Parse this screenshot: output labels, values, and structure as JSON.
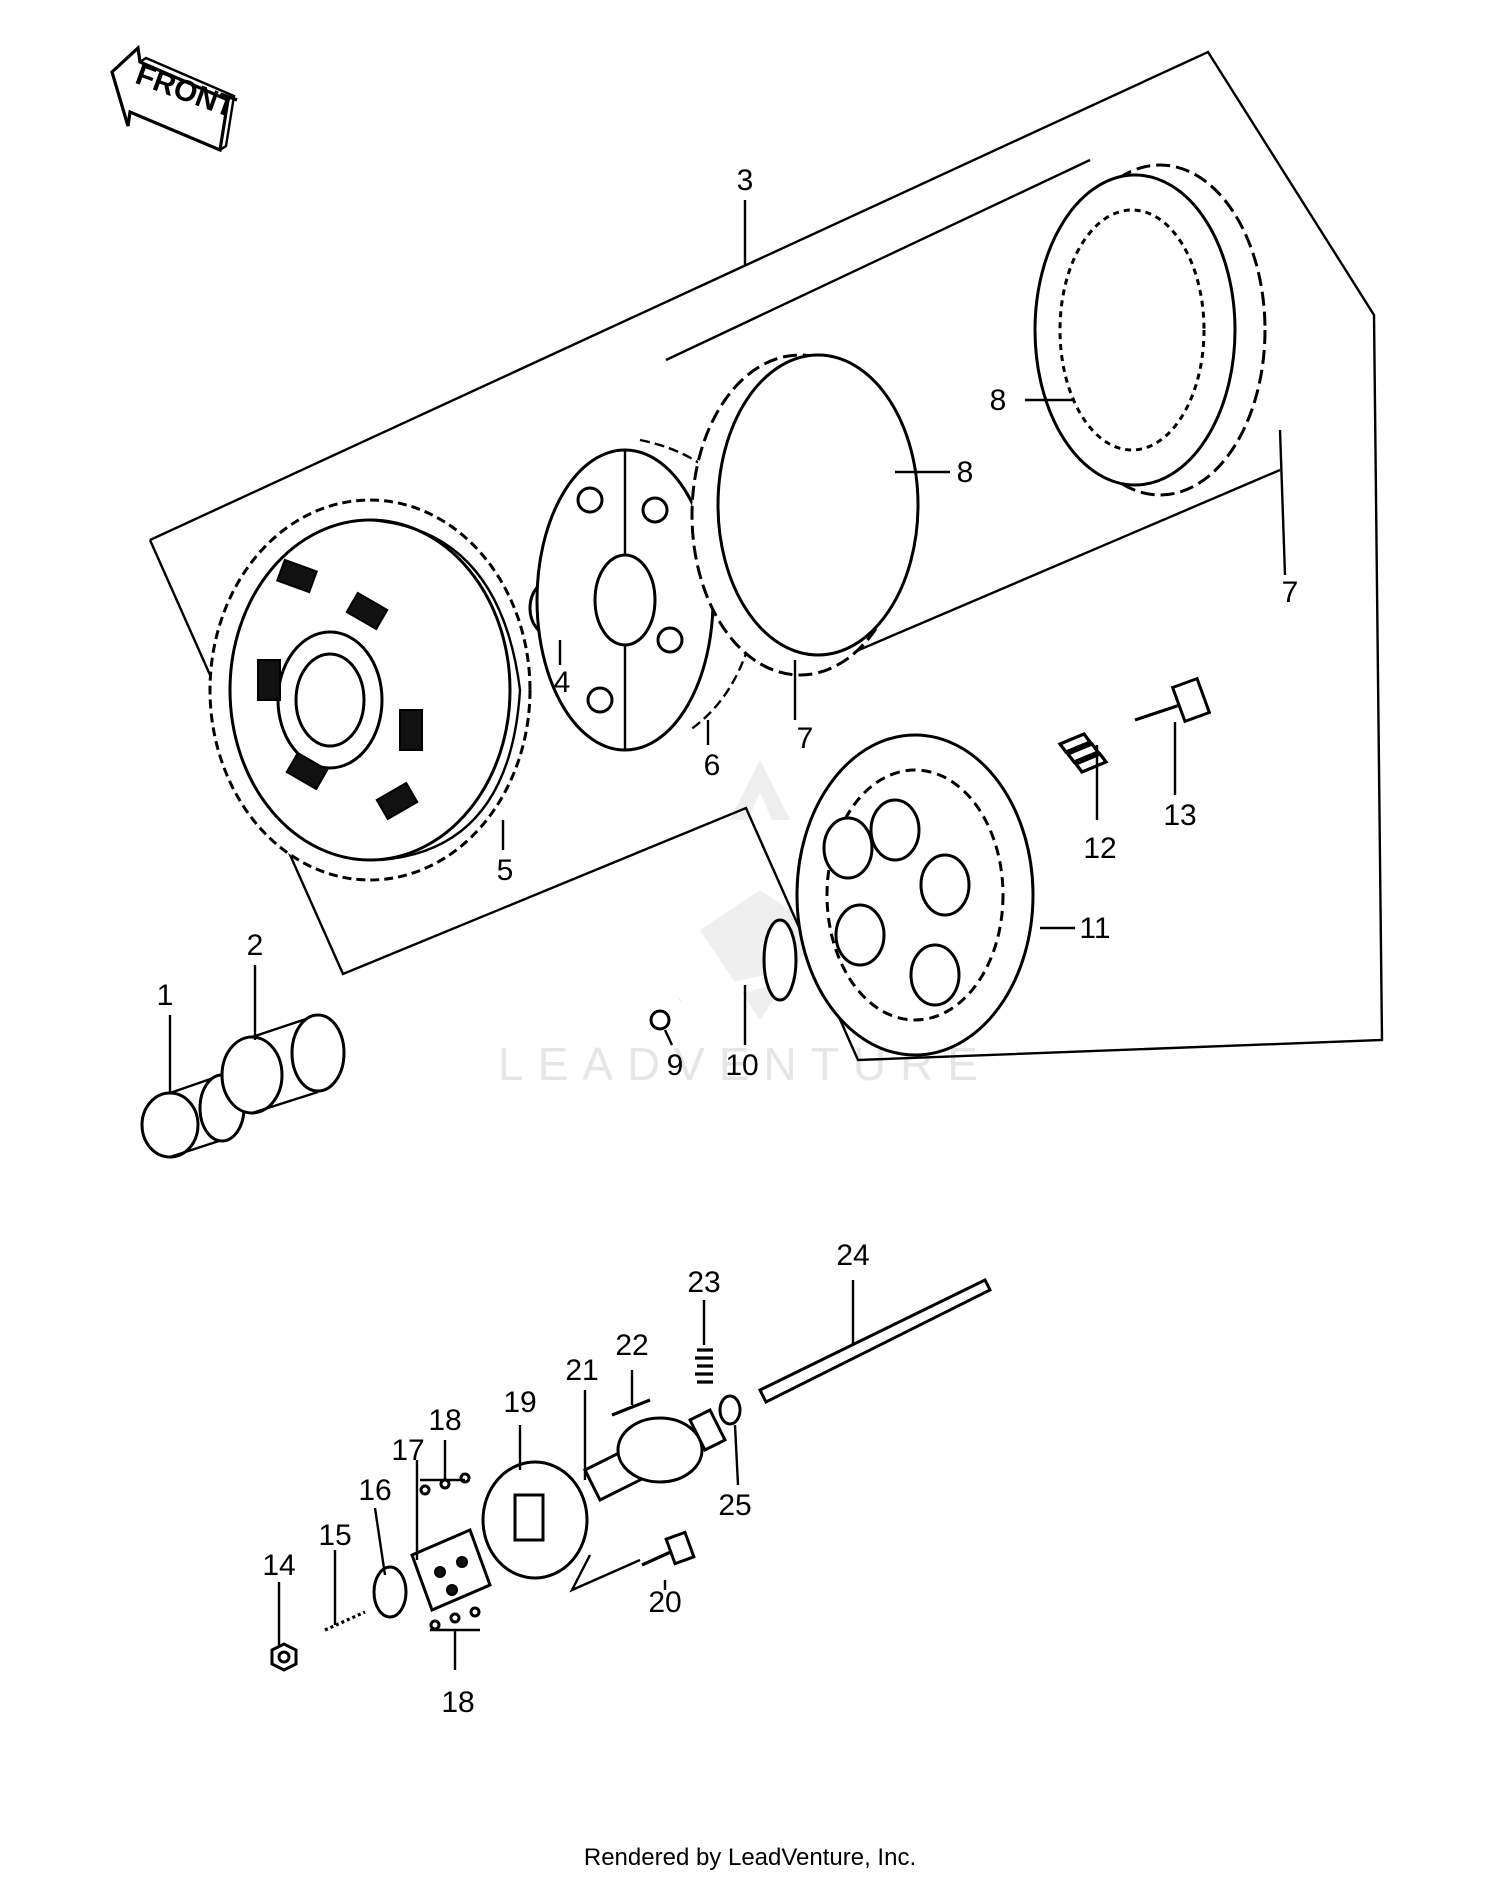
{
  "direction_badge": {
    "text": "FRONT"
  },
  "watermark": {
    "text": "LEADVENTURE"
  },
  "footer": {
    "text": "Rendered by LeadVenture, Inc."
  },
  "callouts": [
    {
      "id": "c1",
      "text": "1"
    },
    {
      "id": "c2",
      "text": "2"
    },
    {
      "id": "c3",
      "text": "3"
    },
    {
      "id": "c4",
      "text": "4"
    },
    {
      "id": "c5",
      "text": "5"
    },
    {
      "id": "c6",
      "text": "6"
    },
    {
      "id": "c7a",
      "text": "7"
    },
    {
      "id": "c7b",
      "text": "7"
    },
    {
      "id": "c8a",
      "text": "8"
    },
    {
      "id": "c8b",
      "text": "8"
    },
    {
      "id": "c9",
      "text": "9"
    },
    {
      "id": "c10",
      "text": "10"
    },
    {
      "id": "c11",
      "text": "11"
    },
    {
      "id": "c12",
      "text": "12"
    },
    {
      "id": "c13",
      "text": "13"
    },
    {
      "id": "c14",
      "text": "14"
    },
    {
      "id": "c15",
      "text": "15"
    },
    {
      "id": "c16",
      "text": "16"
    },
    {
      "id": "c17",
      "text": "17"
    },
    {
      "id": "c18a",
      "text": "18"
    },
    {
      "id": "c18b",
      "text": "18"
    },
    {
      "id": "c19",
      "text": "19"
    },
    {
      "id": "c20",
      "text": "20"
    },
    {
      "id": "c21",
      "text": "21"
    },
    {
      "id": "c22",
      "text": "22"
    },
    {
      "id": "c23",
      "text": "23"
    },
    {
      "id": "c24",
      "text": "24"
    },
    {
      "id": "c25",
      "text": "25"
    }
  ]
}
